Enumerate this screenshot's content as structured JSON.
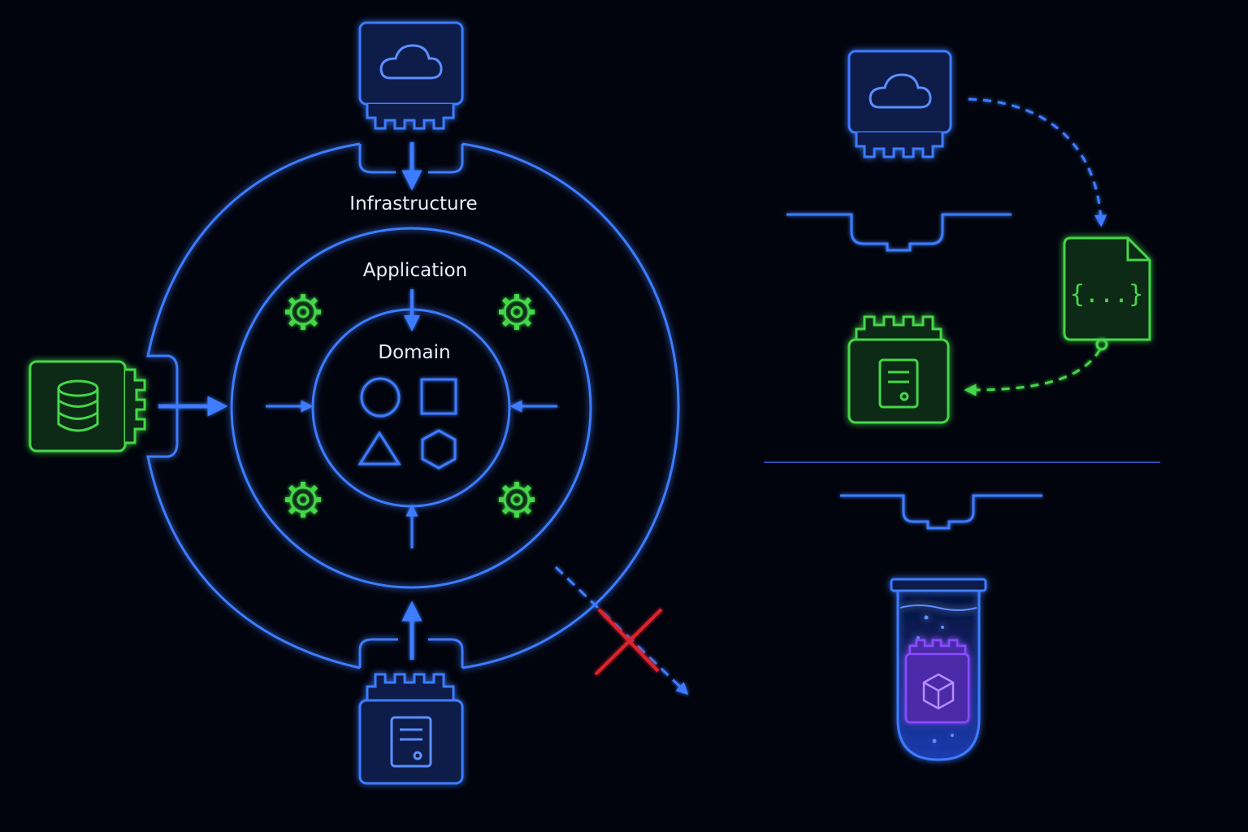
{
  "layers": {
    "infrastructure": "Infrastructure",
    "application": "Application",
    "domain": "Domain"
  },
  "icons": {
    "cloud_adapter": "cloud-icon",
    "database_adapter": "database-icon",
    "server_adapter": "server-icon",
    "config_file": "json-file-icon",
    "test_tube": "test-tube-icon",
    "forbidden": "red-x-icon"
  },
  "config_file_label": "{...}",
  "colors": {
    "background": "#02040d",
    "primary_blue": "#3e7bff",
    "adapter_green": "#44d64a",
    "forbidden_red": "#e0242a",
    "test_purple": "#8a4dff"
  }
}
